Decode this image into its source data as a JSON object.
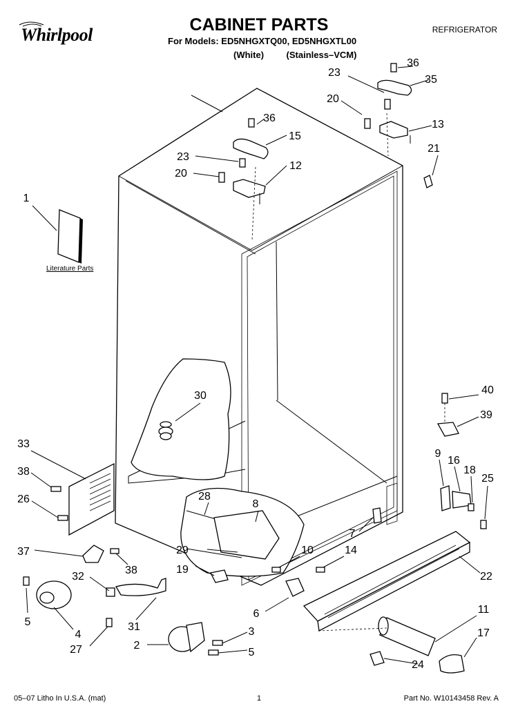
{
  "header": {
    "brand": "Whirlpool",
    "title": "CABINET PARTS",
    "models_line": "For Models: ED5NHGXTQ00, ED5NHGXTL00",
    "colors_line": "(White)         (Stainless–VCM)",
    "category": "REFRIGERATOR"
  },
  "diagram": {
    "literature_label": "Literature Parts",
    "callouts": [
      "1",
      "2",
      "3",
      "4",
      "5",
      "5",
      "6",
      "7",
      "8",
      "9",
      "10",
      "11",
      "12",
      "13",
      "14",
      "15",
      "16",
      "17",
      "18",
      "19",
      "20",
      "20",
      "21",
      "22",
      "23",
      "23",
      "24",
      "25",
      "26",
      "27",
      "28",
      "29",
      "30",
      "31",
      "32",
      "33",
      "35",
      "36",
      "36",
      "37",
      "38",
      "38",
      "39",
      "40"
    ]
  },
  "footer": {
    "left": "05–07 Litho In U.S.A. (mat)",
    "page": "1",
    "part_no": "Part No. W10143458 Rev. A"
  }
}
